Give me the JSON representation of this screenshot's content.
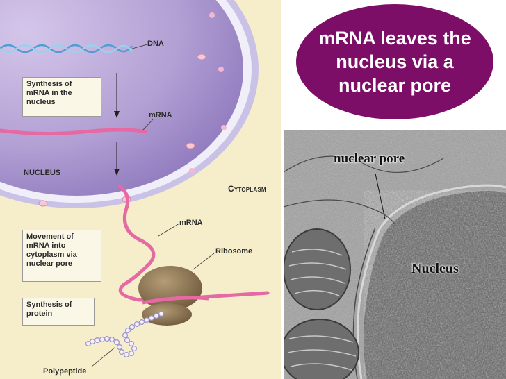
{
  "diagram": {
    "labels": {
      "dna": "DNA",
      "mrna_top": "mRNA",
      "nucleus": "NUCLEUS",
      "cytoplasm": "Cytoplasm",
      "mrna_bottom": "mRNA",
      "ribosome": "Ribosome",
      "polypeptide": "Polypeptide"
    },
    "steps": [
      "Synthesis of mRNA in the nucleus",
      "Movement of mRNA into cytoplasm via nuclear pore",
      "Synthesis of protein"
    ]
  },
  "title": "mRNA leaves the nucleus via a nuclear pore",
  "micrograph": {
    "labels": {
      "nuclear_pore": "nuclear pore",
      "nucleus": "Nucleus"
    }
  },
  "colors": {
    "title_bg": "#7c0e67",
    "nucleus_fill": "#b7a4d6",
    "membrane": "#e6e4f3",
    "mrna": "#e56aa4",
    "dna": "#5aa9d9",
    "ribosome": "#8b7553",
    "left_bg": "#f6eecb"
  }
}
